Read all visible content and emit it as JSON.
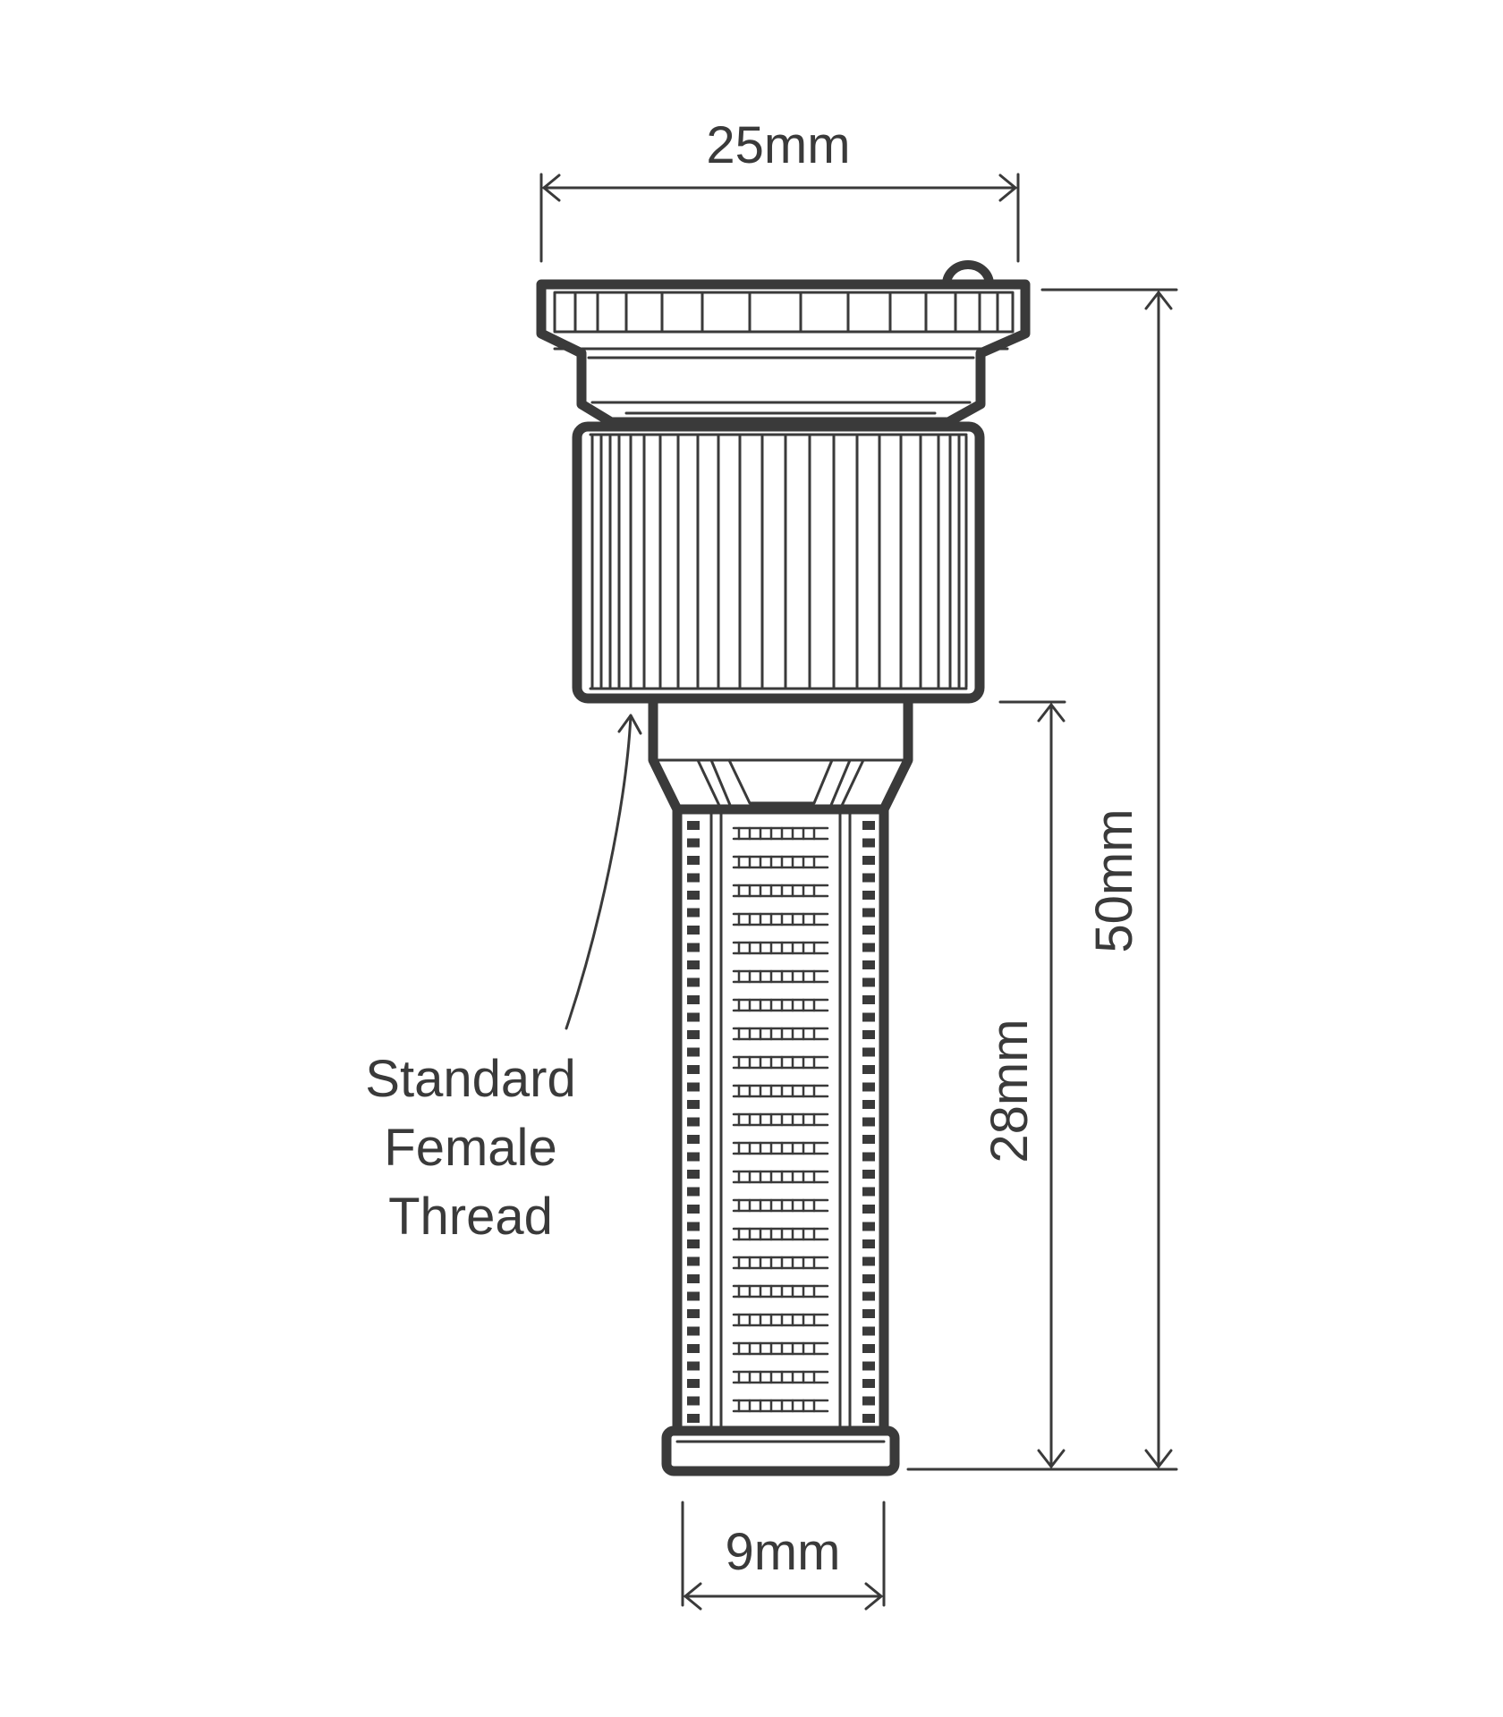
{
  "diagram": {
    "ink_color": "#3a3a3a",
    "background_color": "#ffffff",
    "dimensions": {
      "top_width": "25mm",
      "total_height": "50mm",
      "lower_height": "28mm",
      "bottom_width": "9mm"
    },
    "callout": {
      "line1": "Standard",
      "line2": "Female",
      "line3": "Thread"
    }
  }
}
